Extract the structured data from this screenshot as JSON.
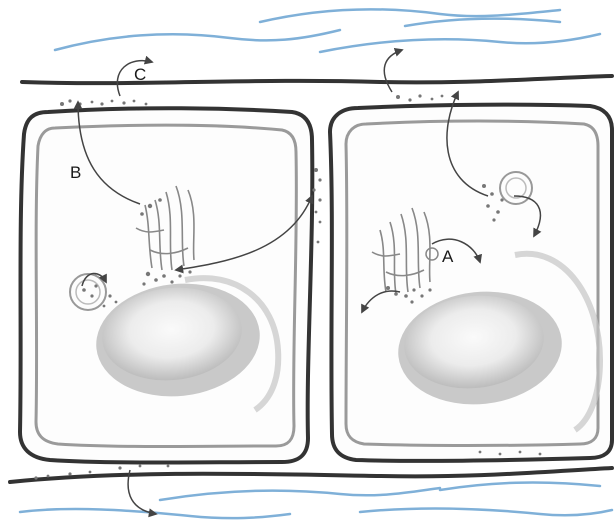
{
  "labels": {
    "a": "A",
    "b": "B",
    "c": "C"
  },
  "colors": {
    "fluid": "#7fb0d8",
    "wall": "#333333",
    "cytoplasm_edge": "#9a9a9a",
    "nucleus_outer": "#bdbdbd",
    "nucleus_inner": "#f2f2f2",
    "vesicle": "#777777",
    "arrow": "#444444"
  }
}
